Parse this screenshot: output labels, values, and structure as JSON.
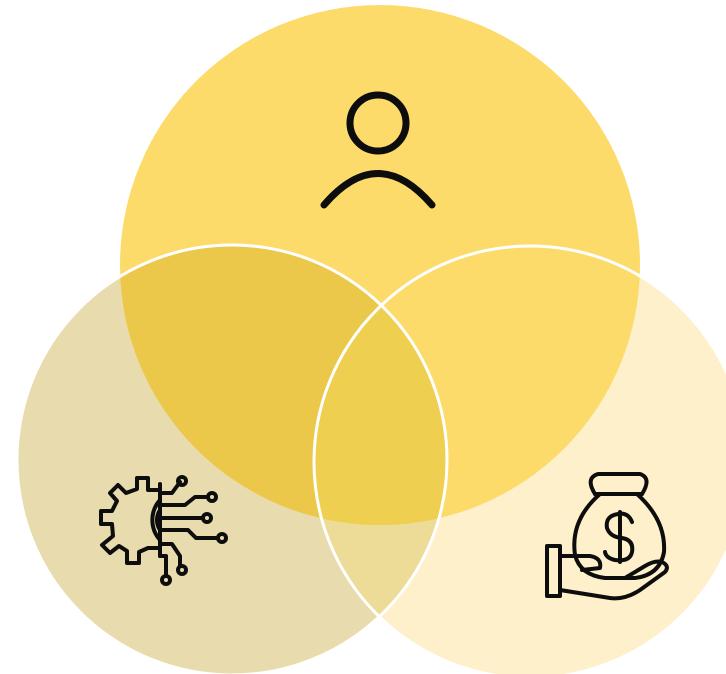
{
  "diagram": {
    "type": "venn",
    "sets": [
      {
        "id": "people",
        "icon": "person-icon",
        "color": "#FCDB6A"
      },
      {
        "id": "technology",
        "icon": "gear-circuit-icon",
        "color": "#E8DBAD"
      },
      {
        "id": "money",
        "icon": "money-bag-hand-icon",
        "color": "#FEF0CB"
      }
    ],
    "overlap_colors": {
      "people_technology": "#EBC84A",
      "people_money": "#FCDB6A",
      "technology_money": "#EDDC97",
      "center": "#EFCF50"
    },
    "outline_color": "#FFFFFF",
    "icon_color": "#0D0D0D"
  }
}
